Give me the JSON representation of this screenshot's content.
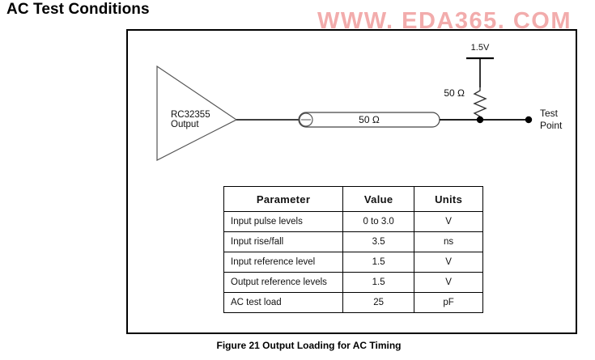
{
  "page": {
    "title": "AC Test Conditions",
    "watermark": "WWW. EDA365. COM"
  },
  "figure": {
    "caption": "Figure 21  Output Loading for AC Timing",
    "circuit": {
      "driver_label_line1": "RC32355",
      "driver_label_line2": "Output",
      "transmission_line_label": "50 Ω",
      "pullup_resistor_label": "50 Ω",
      "supply_label": "1.5V",
      "test_point_line1": "Test",
      "test_point_line2": "Point"
    }
  },
  "table": {
    "headers": [
      "Parameter",
      "Value",
      "Units"
    ],
    "rows": [
      {
        "parameter": "Input pulse levels",
        "value": "0 to 3.0",
        "units": "V"
      },
      {
        "parameter": "Input rise/fall",
        "value": "3.5",
        "units": "ns"
      },
      {
        "parameter": "Input reference level",
        "value": "1.5",
        "units": "V"
      },
      {
        "parameter": "Output reference levels",
        "value": "1.5",
        "units": "V"
      },
      {
        "parameter": "AC test load",
        "value": "25",
        "units": "pF"
      }
    ]
  },
  "colors": {
    "ink": "#000000",
    "watermark": "#f2acac",
    "background": "#ffffff"
  }
}
